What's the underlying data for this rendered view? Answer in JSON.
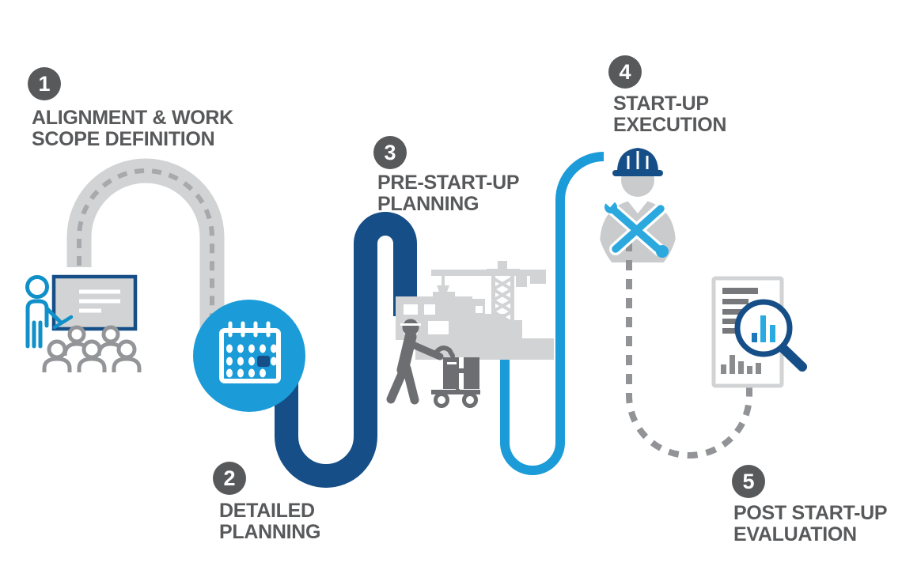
{
  "diagram": {
    "background": "#FFFFFF",
    "palette": {
      "dark_gray": "#58595B",
      "mid_gray": "#939598",
      "light_gray": "#D1D3D4",
      "worker_gray": "#6D6E71",
      "navy": "#164E87",
      "blue": "#1090C9",
      "cyan": "#1B9CD8",
      "bright_cyan": "#29ABE2"
    },
    "stages": [
      {
        "number": "1",
        "label_line1": "ALIGNMENT & WORK",
        "label_line2": "SCOPE DEFINITION",
        "icon": "presentation-meeting-icon",
        "connector_out": "gray-road-with-dashes"
      },
      {
        "number": "2",
        "label_line1": "DETAILED",
        "label_line2": "PLANNING",
        "icon": "calendar-icon",
        "connector_out": "solid-navy-path"
      },
      {
        "number": "3",
        "label_line1": "PRE-START-UP",
        "label_line2": "PLANNING",
        "icon": "construction-site-icon",
        "connector_out": "solid-cyan-path"
      },
      {
        "number": "4",
        "label_line1": "START-UP",
        "label_line2": "EXECUTION",
        "icon": "worker-tools-icon",
        "connector_out": "dashed-gray-path"
      },
      {
        "number": "5",
        "label_line1": "POST START-UP",
        "label_line2": "EVALUATION",
        "icon": "report-magnifier-icon",
        "connector_out": ""
      }
    ]
  }
}
